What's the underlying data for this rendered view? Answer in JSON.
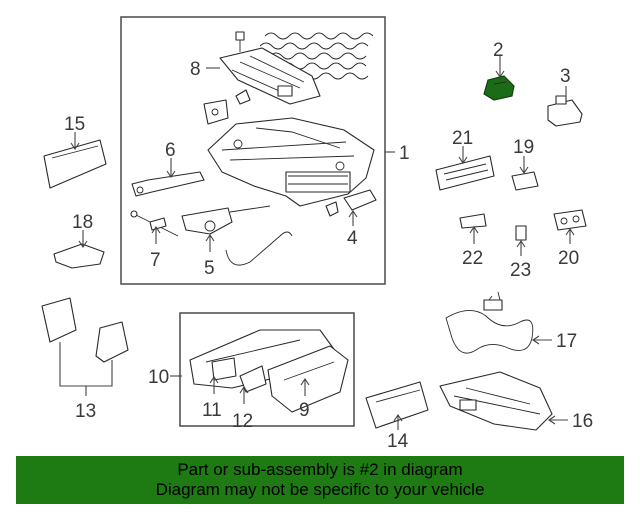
{
  "diagram": {
    "highlighted_callout": "2",
    "colors": {
      "highlight_part": "#1b6b17",
      "banner_background": "#1e7a12"
    },
    "callouts": [
      "1",
      "2",
      "3",
      "4",
      "5",
      "6",
      "7",
      "8",
      "9",
      "10",
      "11",
      "12",
      "13",
      "14",
      "15",
      "16",
      "17",
      "18",
      "19",
      "20",
      "21",
      "22",
      "23"
    ]
  },
  "banner": {
    "line1": "Part or sub-assembly is #2 in diagram",
    "line2": "Diagram may not be specific to your vehicle"
  }
}
